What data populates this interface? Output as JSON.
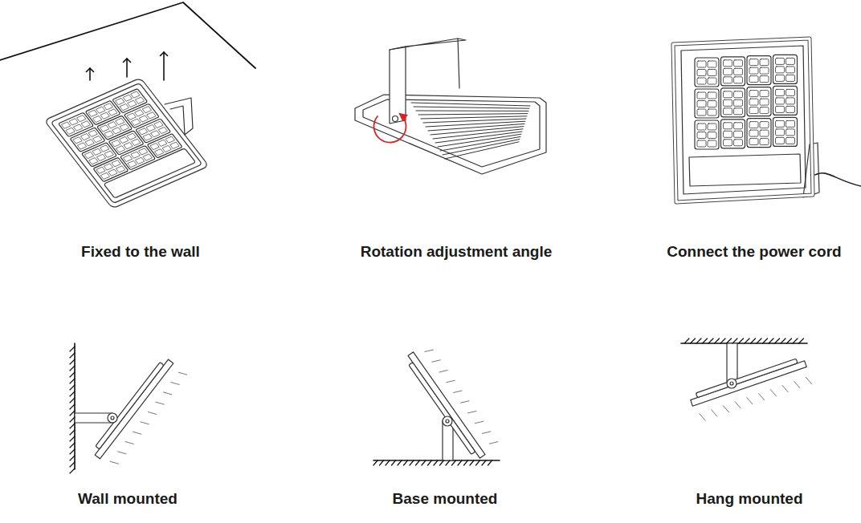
{
  "diagram": {
    "labels": [
      "Fixed to the wall",
      "Rotation adjustment angle",
      "Connect the power cord",
      "Wall mounted",
      "Base mounted",
      "Hang mounted"
    ]
  }
}
